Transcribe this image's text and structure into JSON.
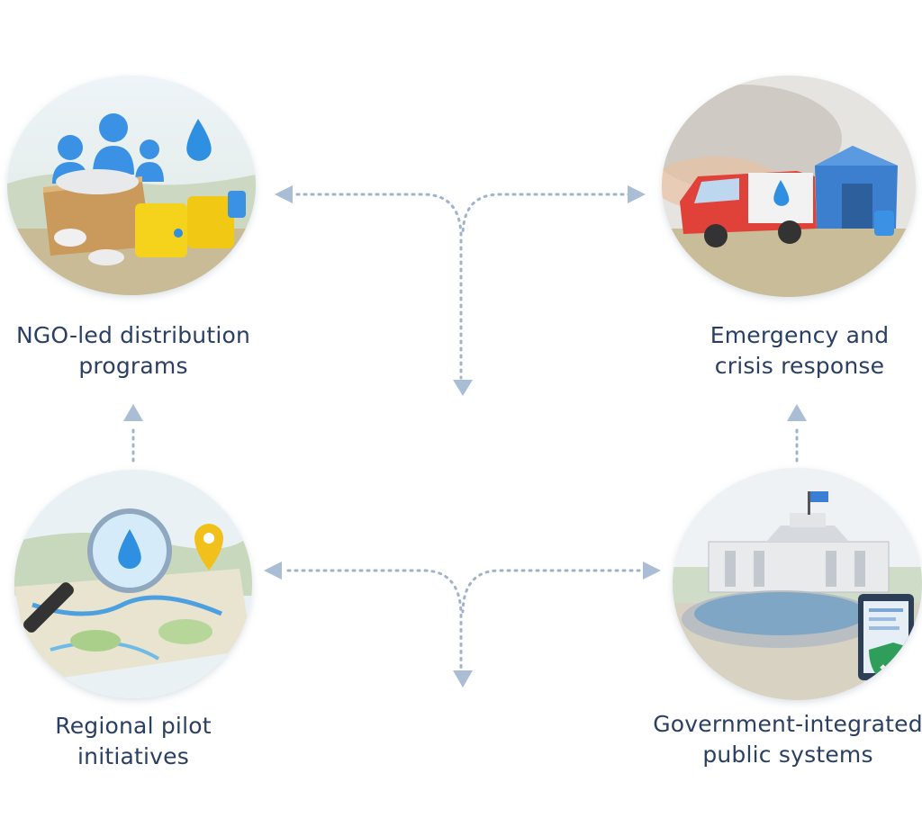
{
  "colors": {
    "label_text": "#2a3f63",
    "connector": "#9fb3cc",
    "water_blue": "#2f8fe0",
    "accent_yellow": "#f5d21c",
    "shield_green": "#2f9e5a"
  },
  "nodes": {
    "ngo": {
      "label_line1": "NGO-led distribution",
      "label_line2": "programs",
      "icons": [
        "people-icon",
        "water-drop-icon",
        "jerry-can-icon",
        "supply-box-icon"
      ]
    },
    "emergency": {
      "label_line1": "Emergency and",
      "label_line2": "crisis response",
      "icons": [
        "van-icon",
        "water-drop-icon",
        "tent-icon"
      ]
    },
    "regional": {
      "label_line1": "Regional pilot",
      "label_line2": "initiatives",
      "icons": [
        "magnifier-icon",
        "water-drop-icon",
        "map-pin-icon",
        "map-icon"
      ]
    },
    "government": {
      "label_line1": "Government-integrated",
      "label_line2": "public systems",
      "icons": [
        "government-building-icon",
        "flag-icon",
        "reservoir-icon",
        "tablet-icon",
        "shield-check-icon"
      ]
    }
  }
}
